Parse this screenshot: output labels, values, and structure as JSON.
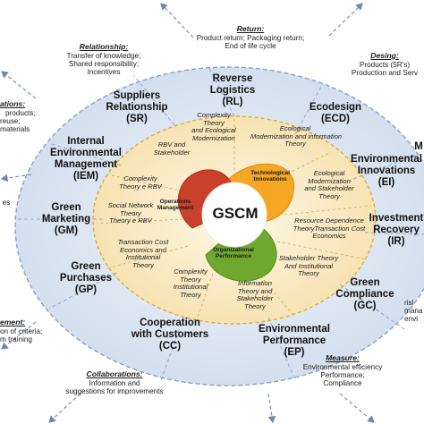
{
  "center": {
    "label": "GSCM"
  },
  "petals": [
    {
      "id": "operations",
      "label_line1": "Operations",
      "label_line2": "Management"
    },
    {
      "id": "technological",
      "label_line1": "Technological",
      "label_line2": "Innovations"
    },
    {
      "id": "organizational",
      "label_line1": "Organizational",
      "label_line2": "Performance"
    }
  ],
  "ring_nodes": [
    {
      "id": "rl",
      "lines": [
        "Reverse",
        "Logistics"
      ],
      "abbr": "(RL)"
    },
    {
      "id": "ecd",
      "lines": [
        "Ecodesign"
      ],
      "abbr": "(ECD)"
    },
    {
      "id": "ei",
      "lines": [
        "Environmental",
        "Innovations"
      ],
      "abbr": "(EI)"
    },
    {
      "id": "ir",
      "lines": [
        "Investment",
        "Recovery"
      ],
      "abbr": "(IR)"
    },
    {
      "id": "gc",
      "lines": [
        "Green",
        "Compliance"
      ],
      "abbr": "(GC)"
    },
    {
      "id": "ep",
      "lines": [
        "Environmental",
        "Performance"
      ],
      "abbr": "(EP)"
    },
    {
      "id": "cc",
      "lines": [
        "Cooperation",
        "with Customers"
      ],
      "abbr": "(CC)"
    },
    {
      "id": "gp",
      "lines": [
        "Green",
        "Purchases"
      ],
      "abbr": "(GP)"
    },
    {
      "id": "gm",
      "lines": [
        "Green",
        "Marketing"
      ],
      "abbr": "(GM)"
    },
    {
      "id": "iem",
      "lines": [
        "Internal",
        "Environmental",
        "Management"
      ],
      "abbr": "(IEM)"
    },
    {
      "id": "sr",
      "lines": [
        "Suppliers",
        "Relationship"
      ],
      "abbr": "(SR)"
    }
  ],
  "theories": [
    {
      "id": "th1",
      "lines": [
        "Complexity",
        "Theory",
        "and Ecological",
        "Modernization"
      ]
    },
    {
      "id": "th2",
      "lines": [
        "Ecological",
        "Modernization and information",
        "Theory"
      ]
    },
    {
      "id": "th3",
      "lines": [
        "Ecological",
        "Modernization",
        "and Stakeholder",
        "Theory"
      ]
    },
    {
      "id": "th4",
      "lines": [
        "Resource Dependence",
        "TheoryTransaction Cost",
        "Economics"
      ]
    },
    {
      "id": "th5",
      "lines": [
        "Stakeholder Theory",
        "And Institutional",
        "Theory"
      ]
    },
    {
      "id": "th6",
      "lines": [
        "Information",
        "Theory and",
        "Stakeholder",
        "Theory"
      ]
    },
    {
      "id": "th7",
      "lines": [
        "Complexity",
        "Theory",
        "Institutional",
        "Theory"
      ]
    },
    {
      "id": "th8",
      "lines": [
        "Transaction Cost",
        "Economics and",
        "Institutional",
        "Theory"
      ]
    },
    {
      "id": "th9",
      "lines": [
        "Social Network",
        "Theory",
        "Theory e RBV"
      ]
    },
    {
      "id": "th10",
      "lines": [
        "Complexity",
        "Theory e RBV"
      ]
    },
    {
      "id": "th11",
      "lines": [
        "RBV and",
        "Stakeholder"
      ]
    }
  ],
  "outer": [
    {
      "id": "return",
      "title": "Return:",
      "lines": [
        "Product return; Packaging return;",
        "End of life cycle"
      ]
    },
    {
      "id": "relationship",
      "title": "Relationship:",
      "lines": [
        "Transfer of knowledge;",
        "Shared responsibility;",
        "Incentives"
      ]
    },
    {
      "id": "desing",
      "title": "Desing:",
      "lines": [
        "Products (5R's)",
        "Production and Serv"
      ]
    },
    {
      "id": "operations_o",
      "title": "ations:",
      "lines": [
        "products;",
        "reuse;",
        "materials"
      ]
    },
    {
      "id": "ma_right",
      "title": "",
      "lines": [
        "M"
      ]
    },
    {
      "id": "es_left",
      "title": "",
      "lines": [
        "es"
      ]
    },
    {
      "id": "risk_right",
      "title": "",
      "lines": [
        "risl",
        "mana",
        "envi"
      ]
    },
    {
      "id": "management_o",
      "title": "ement:",
      "lines": [
        "on of criteria;",
        "m training"
      ]
    },
    {
      "id": "collab",
      "title": "Collaborations:",
      "lines": [
        "Information and",
        "suggestions for improvements"
      ]
    },
    {
      "id": "measure",
      "title": "Measure:",
      "lines": [
        "Environmental efficiency",
        "Performance;",
        "Compliance"
      ]
    }
  ],
  "colors": {
    "outer_ring": "#dde6f2",
    "inner_ring": "#fbeed0",
    "operations": "#c9402b",
    "technological": "#f5a623",
    "organizational": "#6ea82f",
    "dash": "#8a9fc0",
    "arrow": "#6f86b4"
  }
}
